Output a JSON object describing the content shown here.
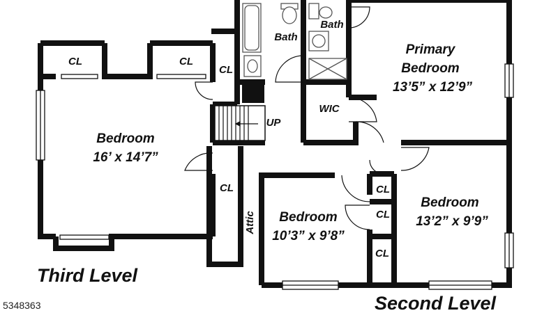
{
  "listing_id": "5348363",
  "levels": {
    "third": "Third Level",
    "second": "Second Level"
  },
  "third_level_rooms": {
    "closet_left": "CL",
    "closet_mid": "CL",
    "closet_right": "CL",
    "closet_lower": "CL",
    "bedroom_name": "Bedroom",
    "bedroom_size": "16’ x 14’7”",
    "stair_label": "UP",
    "attic": "Attic"
  },
  "second_level_rooms": {
    "bath_left": "Bath",
    "bath_right": "Bath",
    "primary_name_line1": "Primary",
    "primary_name_line2": "Bedroom",
    "primary_size": "13’5” x 12’9”",
    "wic": "WIC",
    "bedroom_mid_name": "Bedroom",
    "bedroom_mid_size": "10’3” x 9’8”",
    "bedroom_right_name": "Bedroom",
    "bedroom_right_size": "13’2” x 9’9”",
    "closet_a": "CL",
    "closet_b": "CL",
    "closet_c": "CL"
  },
  "colors": {
    "wall": "#111111",
    "background": "#ffffff",
    "fixture": "#555555"
  }
}
